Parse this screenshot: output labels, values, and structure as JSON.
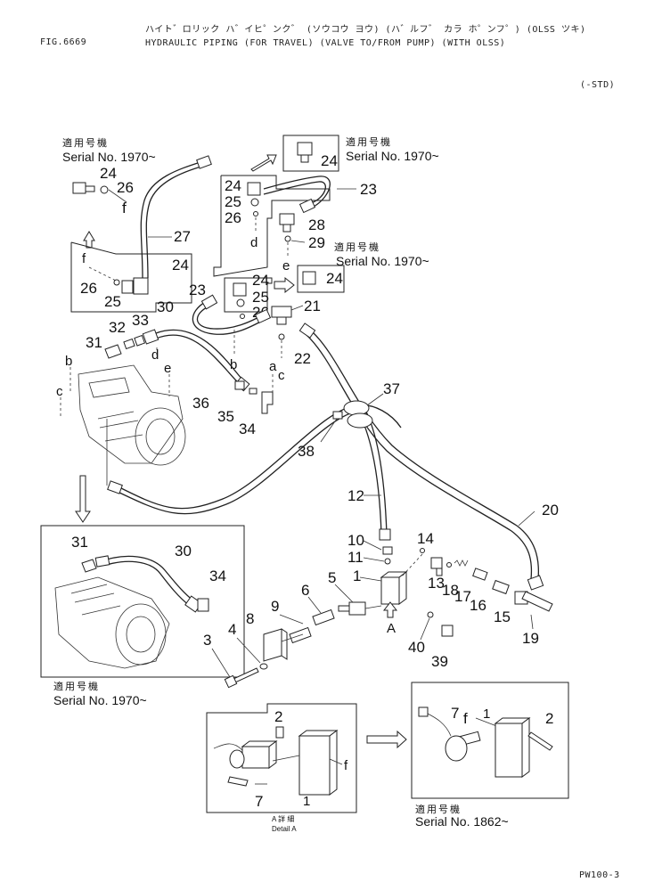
{
  "header": {
    "fig_no": "FIG.6669",
    "title_jp": "ハイト゛ロリック ハ゛イヒ゜ンク゛ (ソウコウ ヨウ) (ハ゛ルフ゛ カラ ホ゜ンフ゜) (OLSS ツキ)",
    "title": "HYDRAULIC PIPING (FOR TRAVEL) (VALVE TO/FROM PUMP) (WITH OLSS)",
    "variant": "(-STD)"
  },
  "serial_notes": {
    "jp": "適用号機",
    "s1970": "Serial No. 1970~",
    "s1862": "Serial No. 1862~"
  },
  "detail": {
    "jp": "A 詳 細",
    "label": "Detail A"
  },
  "callouts": {
    "n1": "1",
    "n2": "2",
    "n3": "3",
    "n4": "4",
    "n5": "5",
    "n6": "6",
    "n7": "7",
    "n8": "8",
    "n9": "9",
    "n10": "10",
    "n11": "11",
    "n12": "12",
    "n13": "13",
    "n14": "14",
    "n15": "15",
    "n16": "16",
    "n17": "17",
    "n18": "18",
    "n19": "19",
    "n20": "20",
    "n21": "21",
    "n22": "22",
    "n23": "23",
    "n24": "24",
    "n25": "25",
    "n26": "26",
    "n27": "27",
    "n28": "28",
    "n29": "29",
    "n30": "30",
    "n31": "31",
    "n32": "32",
    "n33": "33",
    "n34": "34",
    "n35": "35",
    "n36": "36",
    "n37": "37",
    "n38": "38",
    "n39": "39",
    "n40": "40"
  },
  "letters": {
    "a": "a",
    "b": "b",
    "c": "c",
    "d": "d",
    "e": "e",
    "f": "f",
    "A": "A"
  },
  "page_code": "PW100-3"
}
